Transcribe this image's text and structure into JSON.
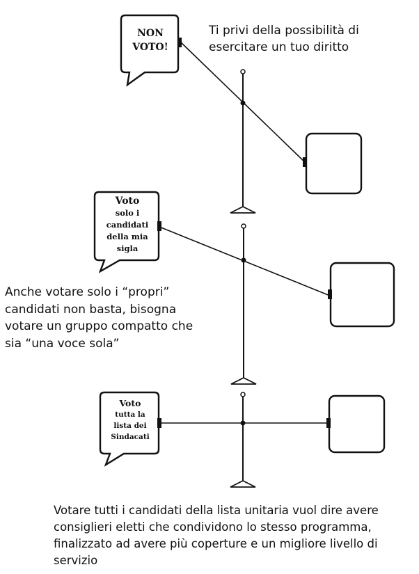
{
  "scenes": [
    {
      "bubble_lines": [
        "NON",
        "VOTO!"
      ],
      "caption_lines": [
        "Ti privi della possibilità di",
        "esercitare un tuo diritto"
      ]
    },
    {
      "bubble_lines": [
        "Voto",
        "solo i",
        "candidati",
        "della mia",
        "sigla"
      ],
      "caption_lines": [
        "Anche votare solo i “propri”",
        "candidati non basta, bisogna",
        "votare un gruppo compatto che",
        "sia “una voce sola”"
      ]
    },
    {
      "bubble_lines": [
        "Voto",
        "tutta la",
        "lista dei",
        "Sindacati"
      ],
      "caption_lines": [
        "Votare tutti i candidati della lista unitaria vuol dire avere",
        "consiglieri eletti che condividono lo stesso programma,",
        "finalizzato ad avere più coperture e un migliore livello di",
        "servizio"
      ]
    }
  ]
}
